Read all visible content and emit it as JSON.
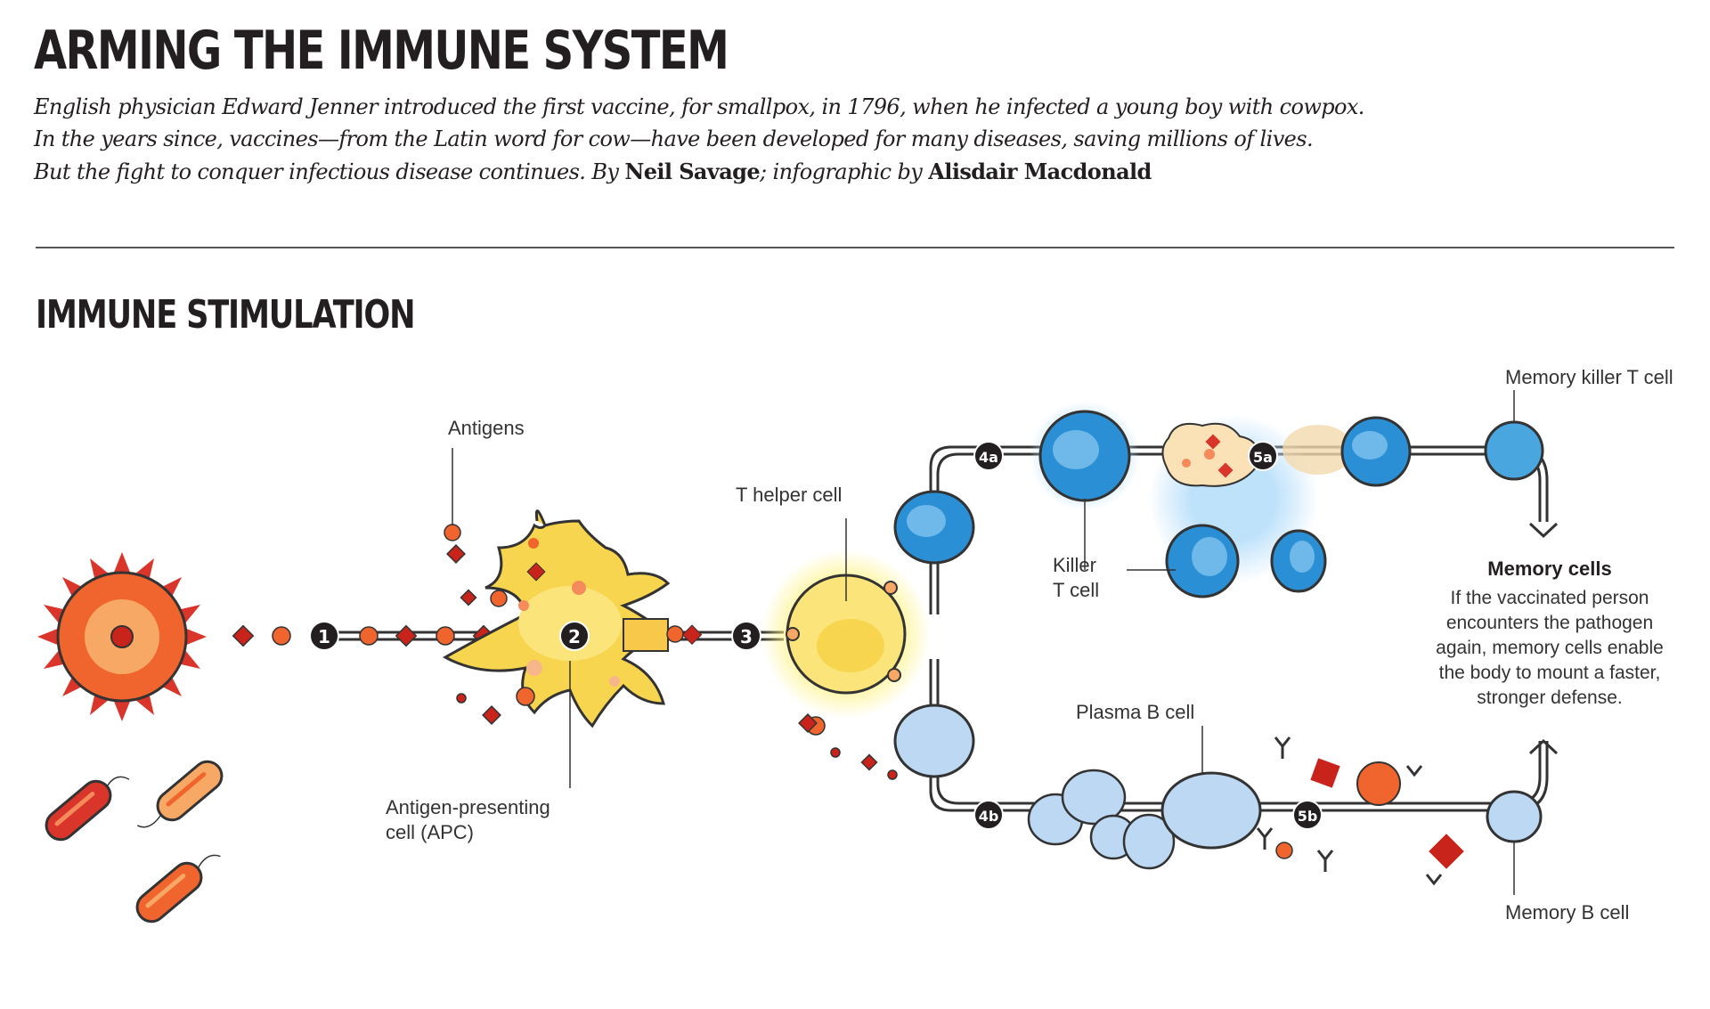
{
  "header": {
    "title": "ARMING THE IMMUNE SYSTEM",
    "intro_line1": "English physician Edward Jenner introduced the first vaccine, for smallpox, in 1796, when he infected a young boy with cowpox.",
    "intro_line2": "In the years since, vaccines—from the Latin word for cow—have been developed for many diseases, saving millions of lives.",
    "intro_line3_prefix": "But the fight to conquer infectious disease continues. By ",
    "author": "Neil Savage",
    "intro_line3_mid": "; infographic by ",
    "illustrator": "Alisdair Macdonald"
  },
  "section_title": "IMMUNE STIMULATION",
  "labels": {
    "antigens": "Antigens",
    "t_helper": "T helper cell",
    "apc_line1": "Antigen-presenting",
    "apc_line2": "cell (APC)",
    "killer_line1": "Killer",
    "killer_line2": "T cell",
    "plasma_b": "Plasma B cell",
    "memory_killer": "Memory killer T cell",
    "memory_b": "Memory B cell"
  },
  "steps": {
    "s1": "1",
    "s2": "2",
    "s3": "3",
    "s4a": "4a",
    "s4b": "4b",
    "s5a": "5a",
    "s5b": "5b"
  },
  "memory": {
    "heading": "Memory cells",
    "line1": "If the vaccinated person",
    "line2": "encounters the pathogen",
    "line3": "again, memory cells enable",
    "line4": "the body to mount a faster,",
    "line5": "stronger defense."
  },
  "colors": {
    "text": "#231f20",
    "antigen_red": "#d9352a",
    "apc_yellow": "#f8d54e",
    "t_helper_yellow": "#fbe57a",
    "killer_blue": "#2a8fd4",
    "b_cell_blue": "#bcd8f2",
    "virus_orange": "#f0642e"
  }
}
